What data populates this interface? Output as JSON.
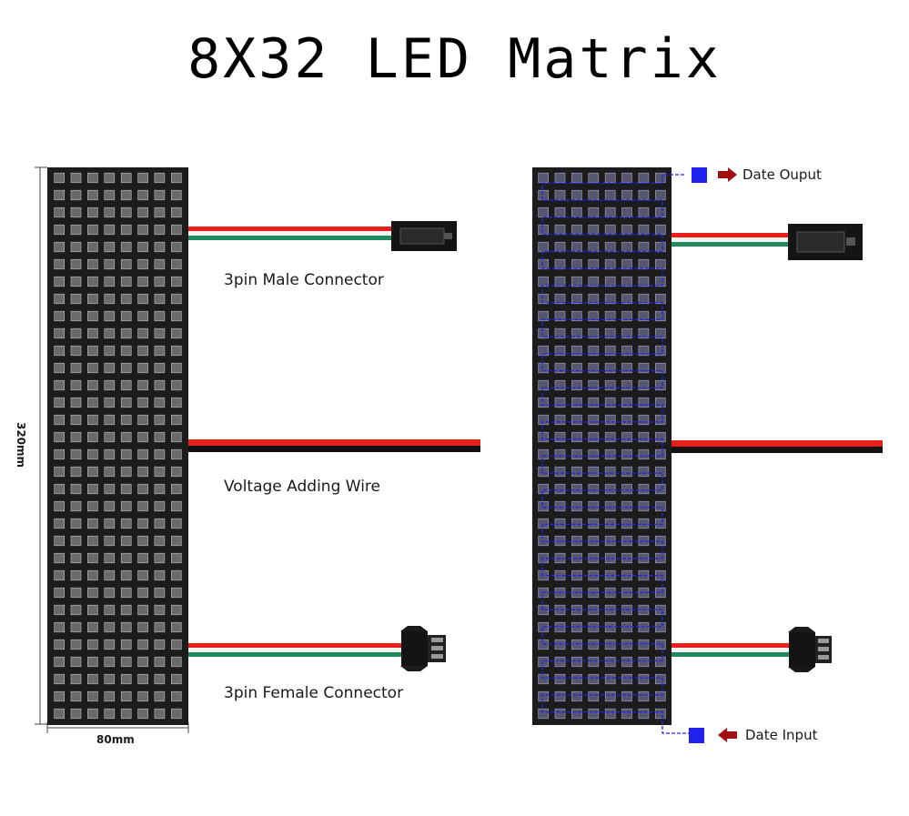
{
  "title": "8X32 LED Matrix",
  "left_panel": {
    "male_connector_label": "3pin Male Connector",
    "voltage_wire_label": "Voltage Adding Wire",
    "female_connector_label": "3pin Female Connector",
    "height_dimension": "320mm",
    "width_dimension": "80mm"
  },
  "right_panel": {
    "data_output_label": "Date Ouput",
    "data_input_label": "Date Input"
  },
  "matrix": {
    "columns": 8,
    "rows": 32
  },
  "colors": {
    "pcb": "#1c1c1c",
    "wire_red": "#e8201c",
    "wire_green": "#1f8a5e",
    "wire_white": "#f4f4f4",
    "wire_black": "#111111",
    "path_blue": "#2222ee",
    "arrow_red": "#a01010"
  }
}
